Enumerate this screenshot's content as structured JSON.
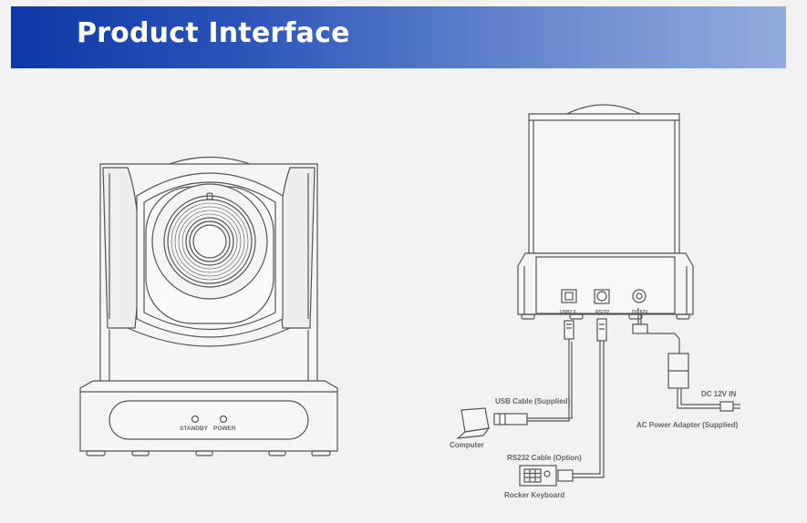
{
  "header": {
    "title": "Product Interface"
  },
  "front_view": {
    "indicators": {
      "standby": "STANDBY",
      "power": "POWER"
    }
  },
  "rear_view": {
    "ports": {
      "usb": "USB2.0",
      "rs232": "RS232",
      "dc": "DC 12V"
    }
  },
  "connections": {
    "usb_cable": "USB Cable (Supplied)",
    "computer": "Computer",
    "rs232_cable": "RS232 Cable (Option)",
    "rocker_keyboard": "Rocker Keyboard",
    "dc_in": "DC 12V IN",
    "ac_adapter": "AC Power Adapter (Supplied)"
  },
  "colors": {
    "banner_start": "#0d37a6",
    "banner_end": "#93abdd",
    "line": "#555555"
  }
}
